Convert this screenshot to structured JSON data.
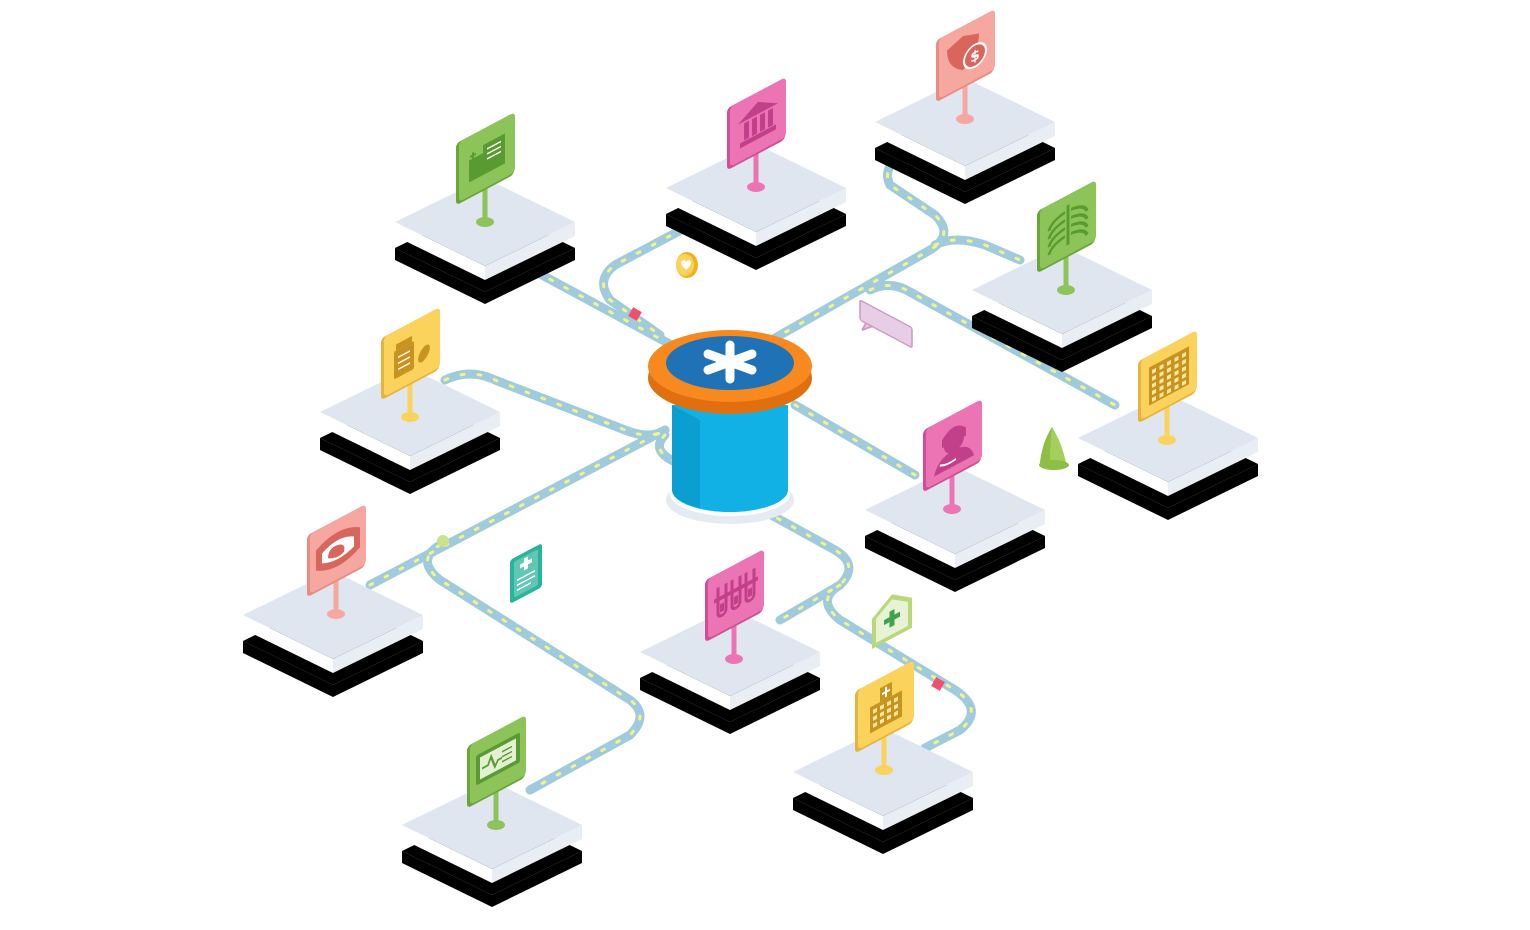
{
  "colors": {
    "background": "#ffffff",
    "track": "#9fcbdc",
    "track_dash": "#f4f28c",
    "platform_top": "#dfe6f0",
    "platform_edge": "#ffffff",
    "platform_shadow": "#000000",
    "hub_top": "#1f72b6",
    "hub_ring": "#f7891f",
    "hub_cylinder": "#11b1e6",
    "hub_base": "#e4ebf3",
    "green": "#8dc45a",
    "pink": "#ec74b4",
    "salmon": "#f6a7a0",
    "yellow": "#fbd35c",
    "teal": "#2ab49b"
  },
  "hub": {
    "icon": "asterisk-icon"
  },
  "nodes": [
    {
      "id": "clinic",
      "icon": "clinic-building-icon",
      "color": "green"
    },
    {
      "id": "bank",
      "icon": "bank-icon",
      "color": "pink"
    },
    {
      "id": "insurance",
      "icon": "shield-dollar-icon",
      "color": "salmon"
    },
    {
      "id": "radiology",
      "icon": "lungs-xray-icon",
      "color": "green"
    },
    {
      "id": "pharmacy",
      "icon": "pill-bottle-icon",
      "color": "yellow"
    },
    {
      "id": "nurse",
      "icon": "nurse-icon",
      "color": "pink"
    },
    {
      "id": "hospital-building",
      "icon": "city-building-icon",
      "color": "yellow"
    },
    {
      "id": "ultrasound",
      "icon": "ultrasound-baby-icon",
      "color": "salmon"
    },
    {
      "id": "laboratory",
      "icon": "test-tubes-icon",
      "color": "pink"
    },
    {
      "id": "monitoring",
      "icon": "heart-monitor-icon",
      "color": "green"
    },
    {
      "id": "hospital",
      "icon": "hospital-icon",
      "color": "yellow"
    }
  ],
  "floating_items": [
    {
      "id": "medical-record",
      "icon": "medical-record-icon",
      "color": "teal"
    },
    {
      "id": "first-aid-home",
      "icon": "first-aid-house-icon",
      "color": "green"
    },
    {
      "id": "heart-coin",
      "icon": "heart-coin-icon",
      "color": "yellow"
    },
    {
      "id": "message",
      "icon": "chat-bubble-icon",
      "color": "pink"
    },
    {
      "id": "bell",
      "icon": "bell-icon",
      "color": "green"
    }
  ]
}
